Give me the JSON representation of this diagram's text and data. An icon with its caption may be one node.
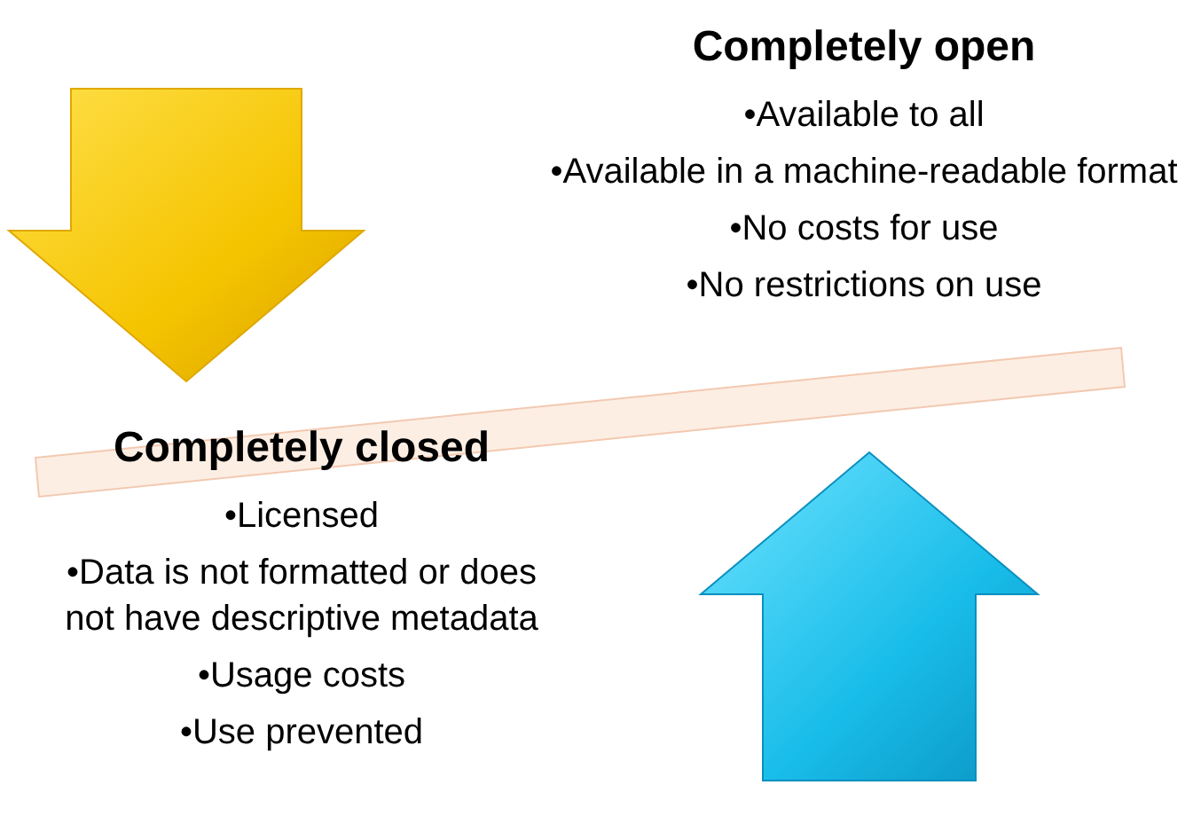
{
  "diagram": {
    "nodes": [
      {
        "text": [
          "Completely open",
          "•Available to all",
          "•Available in a machine-readable format",
          "•No costs for use",
          "•No restrictions on use"
        ]
      },
      {
        "text": [
          "Completely closed",
          "•Licensed",
          "•Data is not formatted or does not have descriptive metadata",
          "•Usage costs",
          "•Use prevented"
        ]
      }
    ]
  }
}
